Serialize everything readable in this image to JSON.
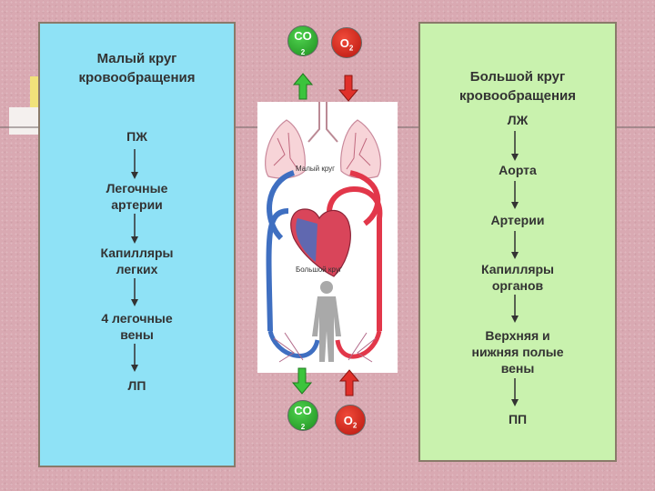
{
  "pulmonary": {
    "title_line1": "Малый круг",
    "title_line2": "кровообращения",
    "steps": [
      [
        "ПЖ"
      ],
      [
        "Легочные",
        "артерии"
      ],
      [
        "Капилляры",
        "легких"
      ],
      [
        "4 легочные",
        "вены"
      ],
      [
        "ЛП"
      ]
    ]
  },
  "systemic": {
    "title_line1": "Большой круг",
    "title_line2": "кровообращения",
    "steps": [
      [
        "ЛЖ"
      ],
      [
        "Аорта"
      ],
      [
        "Артерии"
      ],
      [
        "Капилляры",
        "органов"
      ],
      [
        "Верхняя и",
        "нижняя полые",
        "вены"
      ],
      [
        "ПП"
      ]
    ]
  },
  "diagram": {
    "small_circle_label": "Малый круг",
    "big_circle_label": "Большой круг"
  },
  "gases": {
    "co2_main": "CO",
    "co2_sub": "2",
    "o2_main": "O",
    "o2_sub": "2"
  },
  "colors": {
    "left_panel": "#8fe2f6",
    "right_panel": "#c9f2ae",
    "co2": "#2aa52a",
    "o2": "#d52a1e",
    "arterial": "#e2374a",
    "venous": "#3f6fc1"
  }
}
